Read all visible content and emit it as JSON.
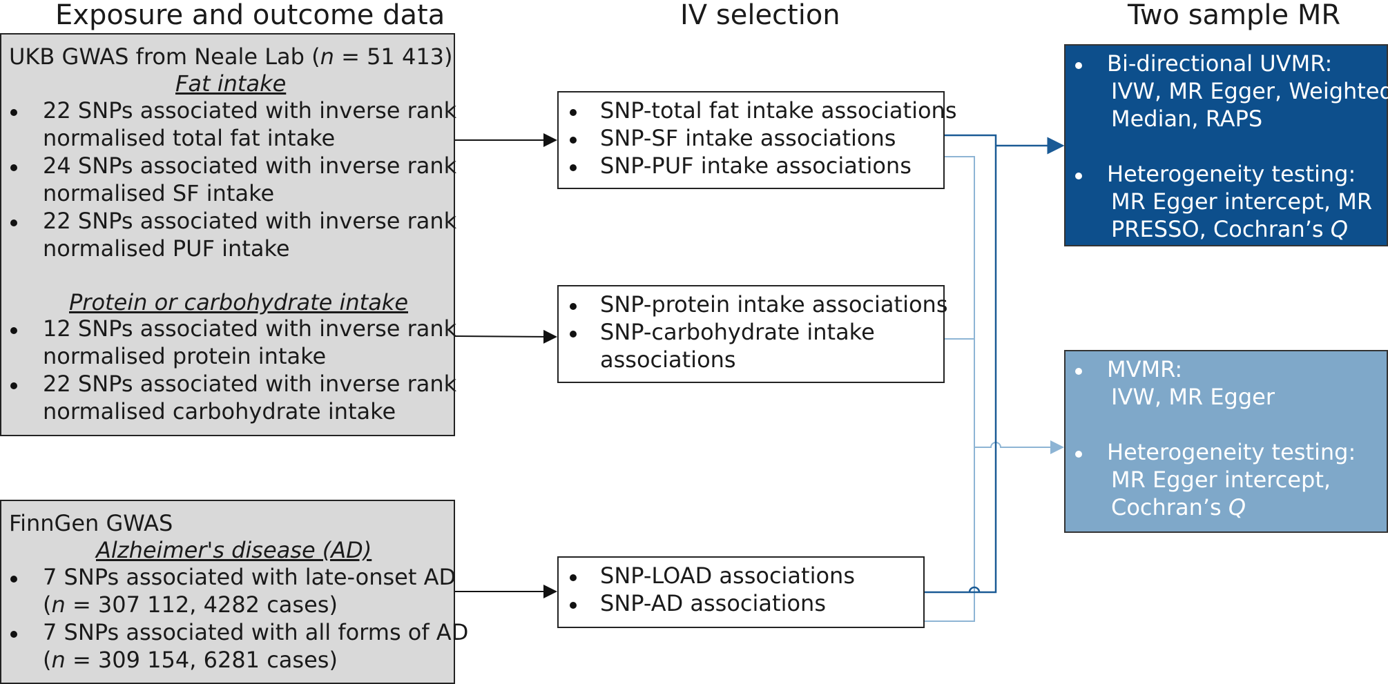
{
  "headers": {
    "exposure_outcome": "Exposure and outcome data",
    "iv_selection": "IV selection",
    "two_sample_mr": "Two sample MR"
  },
  "ukb_box": {
    "title_prefix": "UKB GWAS from Neale Lab (",
    "title_n": "n",
    "title_suffix": " = 51 413)",
    "fat_heading": "Fat intake",
    "fat_items": [
      [
        "22 SNPs associated with inverse rank",
        "normalised total fat intake"
      ],
      [
        "24 SNPs associated with inverse rank",
        "normalised SF intake"
      ],
      [
        "22 SNPs associated with inverse rank",
        "normalised PUF intake"
      ]
    ],
    "protein_heading": "Protein or carbohydrate intake",
    "protein_items": [
      [
        "12 SNPs associated with inverse rank",
        "normalised protein intake"
      ],
      [
        "22 SNPs associated with inverse rank",
        "normalised carbohydrate intake"
      ]
    ]
  },
  "finngen_box": {
    "title": "FinnGen GWAS",
    "heading": "Alzheimer's disease  (AD)",
    "items": [
      {
        "line1": "7 SNPs associated with late-onset AD",
        "n": "n",
        "line2_rest": " = 307 112, 4282 cases)"
      },
      {
        "line1": "7 SNPs associated with all forms of AD",
        "n": "n",
        "line2_rest": " = 309 154, 6281 cases)"
      }
    ]
  },
  "iv_fat": [
    "SNP-total fat intake associations",
    "SNP-SF intake associations",
    "SNP-PUF intake associations"
  ],
  "iv_protein": [
    "SNP-protein intake associations",
    "SNP-carbohydrate intake",
    "associations"
  ],
  "iv_ad": [
    "SNP-LOAD associations",
    "SNP-AD associations"
  ],
  "uvmr_box": {
    "item1_title": "Bi-directional UVMR:",
    "item1_lines": [
      "IVW, MR Egger, Weighted",
      "Median, RAPS"
    ],
    "item2_title": "Heterogeneity testing:",
    "item2_line1": "MR Egger intercept, MR",
    "item2_line2": "PRESSO, Cochran’s ",
    "item2_q": "Q"
  },
  "mvmr_box": {
    "item1_title": "MVMR:",
    "item1_line": "IVW, MR Egger",
    "item2_title": "Heterogeneity testing:",
    "item2_line1": "MR Egger intercept,",
    "item2_line2": "Cochran’s ",
    "item2_q": "Q"
  },
  "colors": {
    "uvmr_fill": "#0d4f8c",
    "mvmr_fill": "#7fa8c9",
    "dark_line": "#1a5a95",
    "light_line": "#8db4d4",
    "grey_fill": "#d9d9d9"
  }
}
